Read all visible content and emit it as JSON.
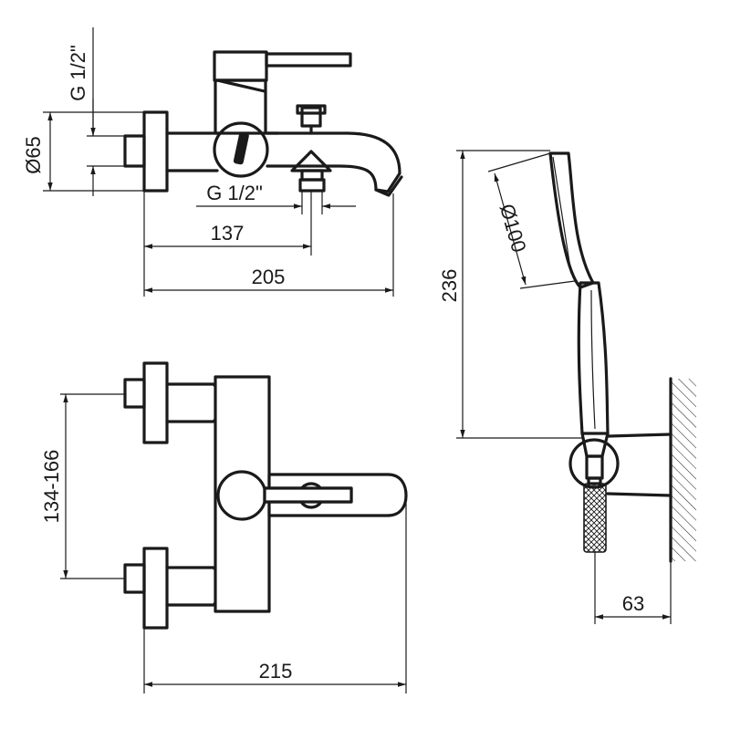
{
  "dimensions": {
    "thread_top": "G 1/2\"",
    "thread_bottom": "G 1/2\"",
    "diameter_flange": "Ø65",
    "spout_outlet": "137",
    "overall_depth": "205",
    "handshower_length": "236",
    "handshower_head_diameter": "Ø100",
    "inlet_centers": "134-166",
    "overall_width": "215",
    "bracket_offset": "63"
  }
}
